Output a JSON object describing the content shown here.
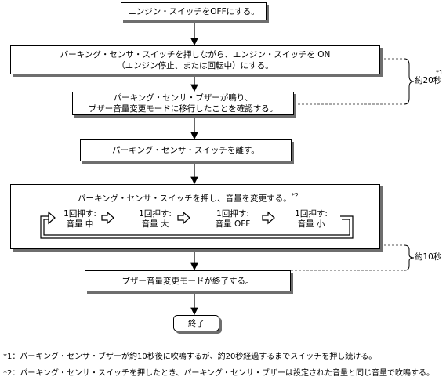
{
  "steps": {
    "s1": "エンジン・スイッチをOFFにする。",
    "s2_line1": "パーキング・センサ・スイッチを押しながら、エンジン・スイッチを ON",
    "s2_line2": "（エンジン停止、または回転中）にする。",
    "s3_line1": "パーキング・センサ・ブザーが鳴り、",
    "s3_line2": "ブザー音量変更モードに移行したことを確認する。",
    "s4": "パーキング・センサ・スイッチを離す。",
    "s5_title": "パーキング・センサ・スイッチを押し、音量を変更する。",
    "s5_ref": "*2",
    "s6": "ブザー音量変更モードが終了する。",
    "end": "終了"
  },
  "cycle": [
    {
      "line1": "1回押す:",
      "line2": "音量 中"
    },
    {
      "line1": "1回押す:",
      "line2": "音量 大"
    },
    {
      "line1": "1回押す:",
      "line2": "音量 OFF"
    },
    {
      "line1": "1回押す:",
      "line2": "音量 小"
    }
  ],
  "timing": {
    "t1_label": "約20秒",
    "t1_ref": "*1",
    "t2_label": "約10秒"
  },
  "notes": {
    "n1": "*1：パーキング・センサ・ブザーが約10秒後に吹鳴するが、約20秒経過するまでスイッチを押し続ける。",
    "n2": "*2：パーキング・センサ・スイッチを押したとき、パーキング・センサ・ブザーは設定された音量と同じ音量で吹鳴する。"
  },
  "colors": {
    "shadow": "#6e6e6e",
    "line": "#000000",
    "dashed": "#555555"
  }
}
